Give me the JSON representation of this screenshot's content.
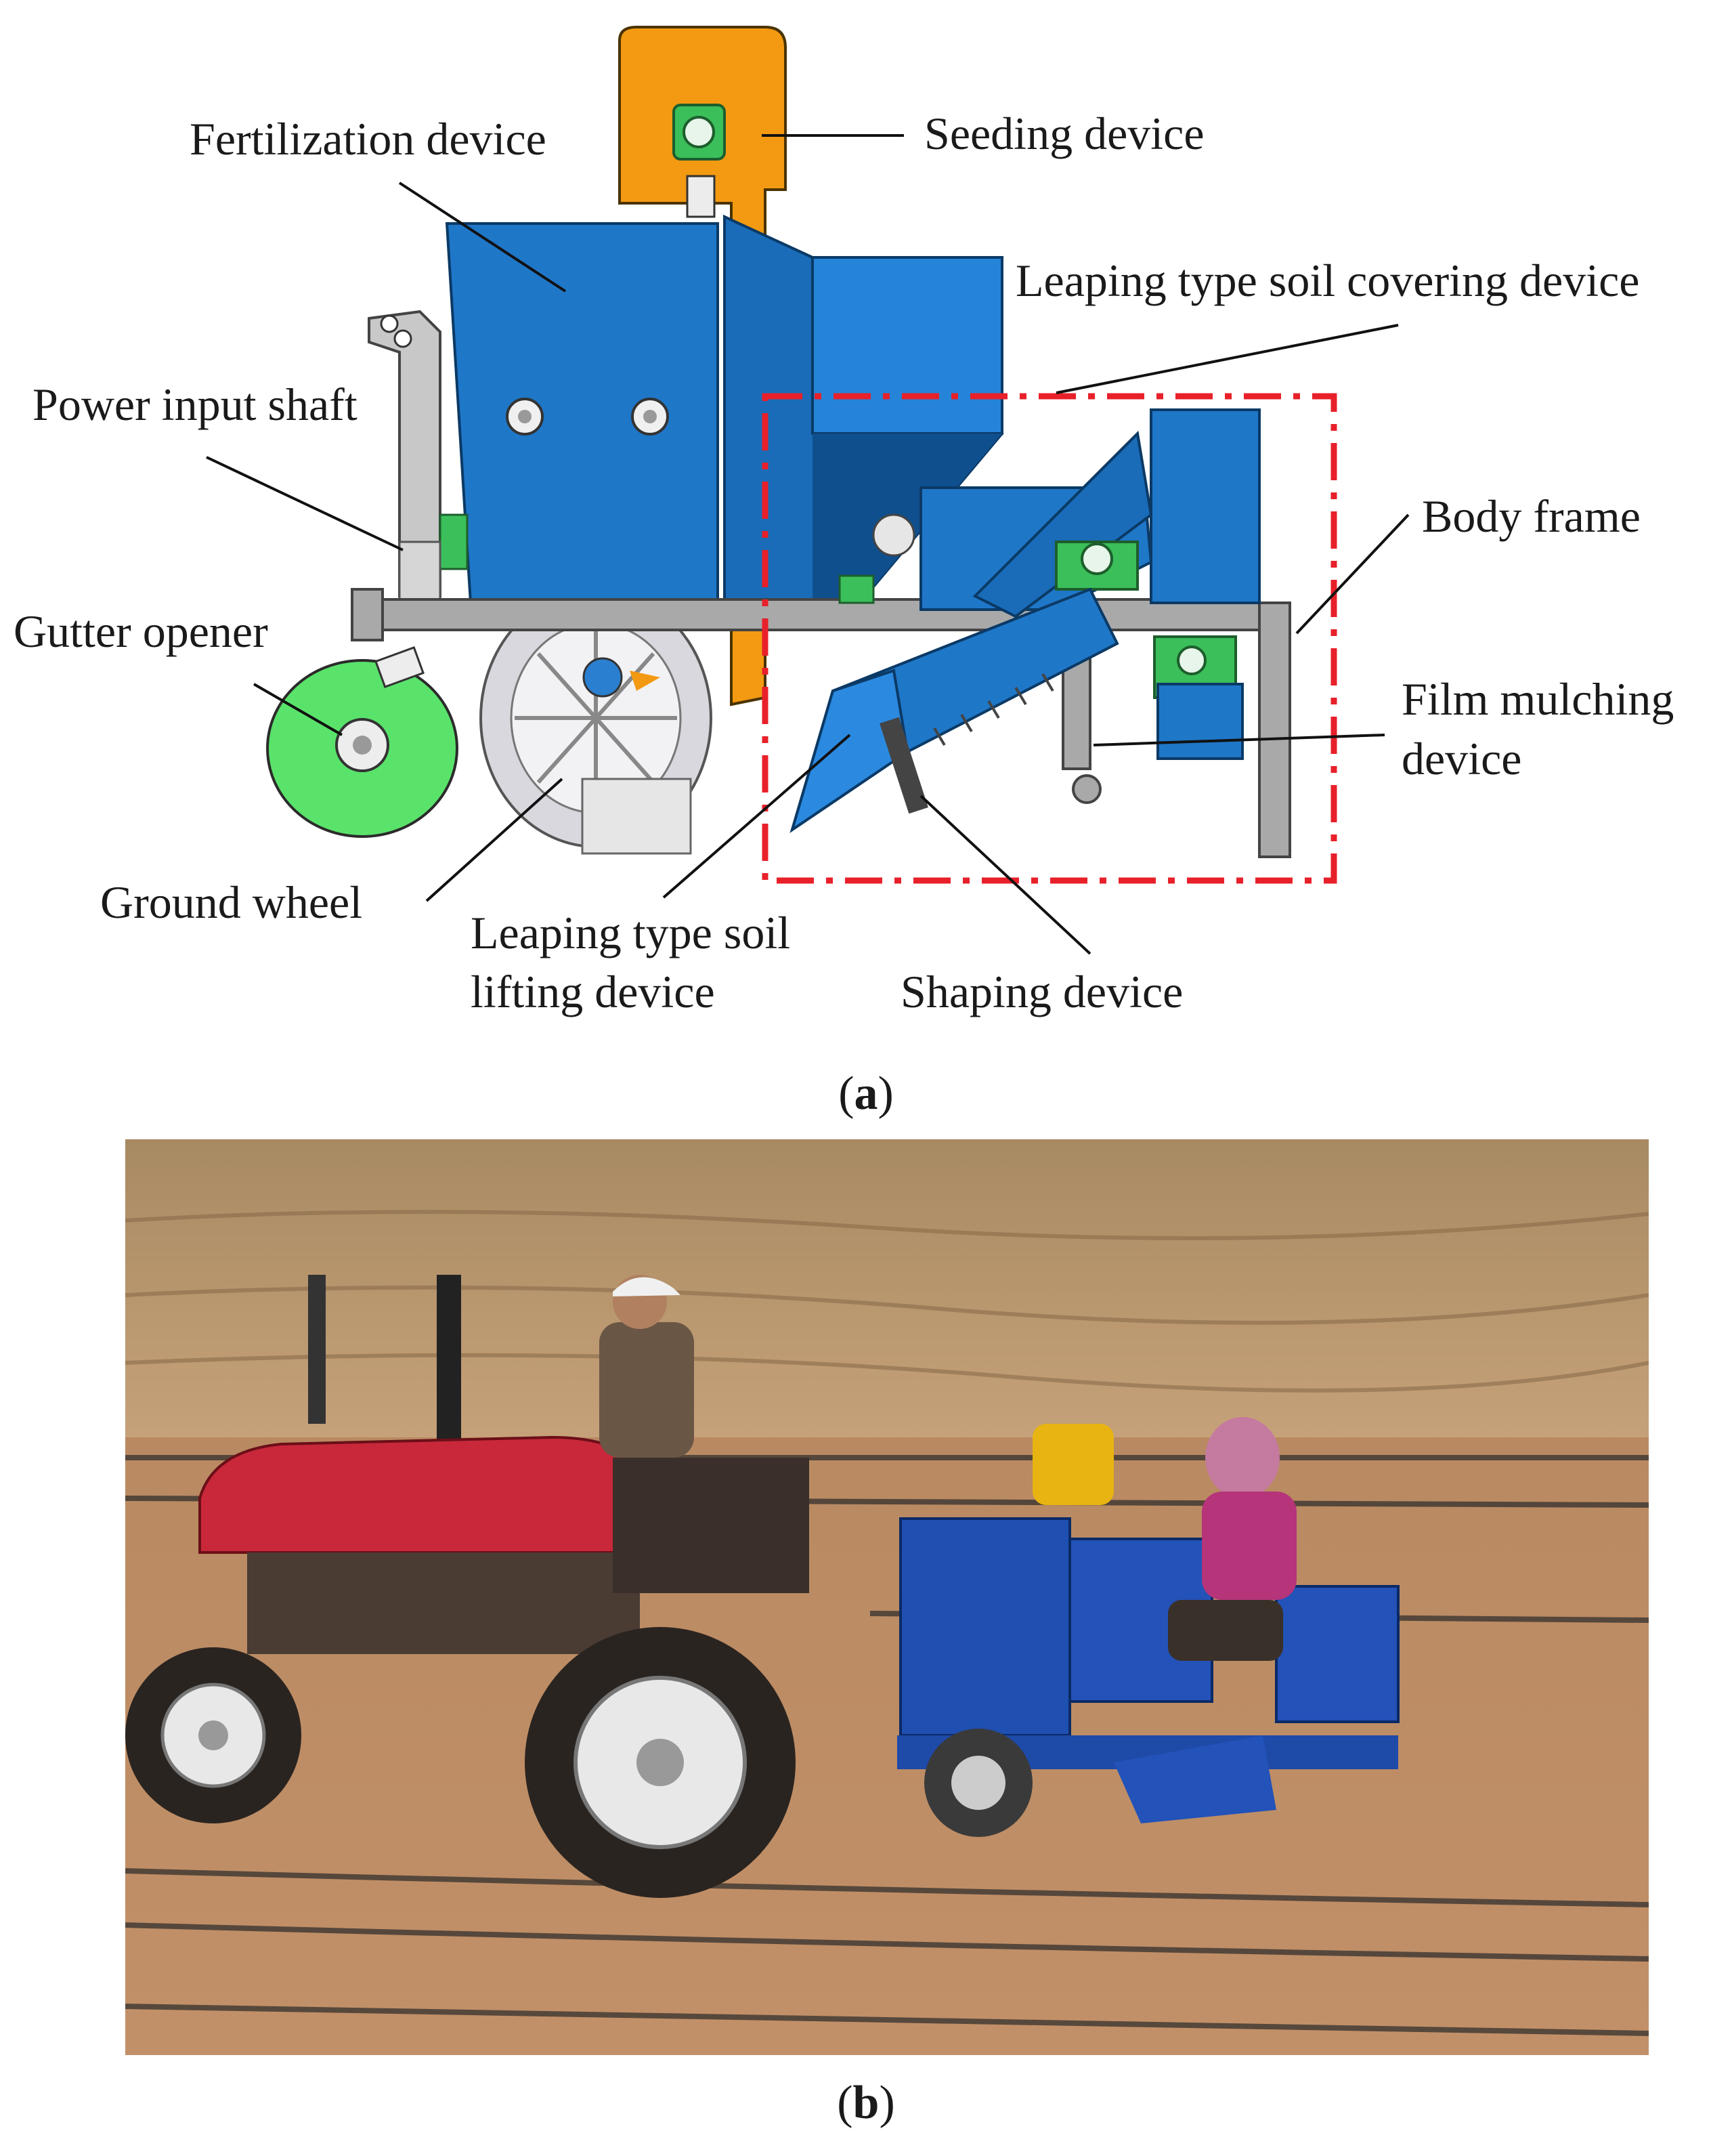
{
  "labels": {
    "fertilization": "Fertilization device",
    "seeding": "Seeding device",
    "covering": "Leaping type soil covering device",
    "power_shaft": "Power input shaft",
    "body_frame": "Body frame",
    "gutter_opener": "Gutter opener",
    "film_mulching_1": "Film mulching",
    "film_mulching_2": "device",
    "ground_wheel": "Ground wheel",
    "lifting_1": "Leaping type soil",
    "lifting_2": "lifting device",
    "shaping": "Shaping device"
  },
  "captions": {
    "a_open": "(",
    "a_letter": "a",
    "a_close": ")",
    "b_open": "(",
    "b_letter": "b",
    "b_close": ")"
  },
  "colors": {
    "machine_blue": "#1f77c8",
    "seeder_orange": "#f39a12",
    "opener_green": "#59e36b",
    "frame_gray": "#a9a9a9",
    "highlight_red": "#e8202a",
    "tractor_red": "#c8283a"
  }
}
